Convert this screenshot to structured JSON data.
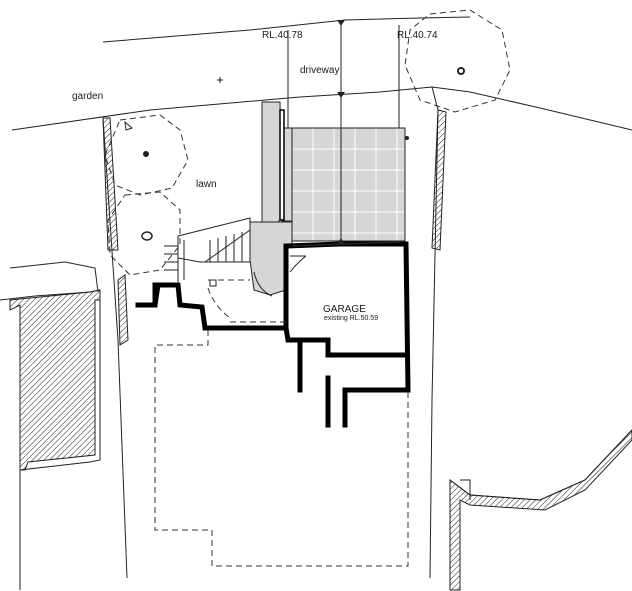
{
  "labels": {
    "rl_left": "RL.40.78",
    "rl_right": "RL.40.74",
    "driveway": "driveway",
    "garden": "garden",
    "lawn": "lawn",
    "garage_title": "GARAGE",
    "garage_sub": "existing RL.50.59"
  },
  "colors": {
    "paving": "#d6d6d6",
    "wall": "#000000",
    "line": "#222222",
    "background": "#ffffff"
  }
}
